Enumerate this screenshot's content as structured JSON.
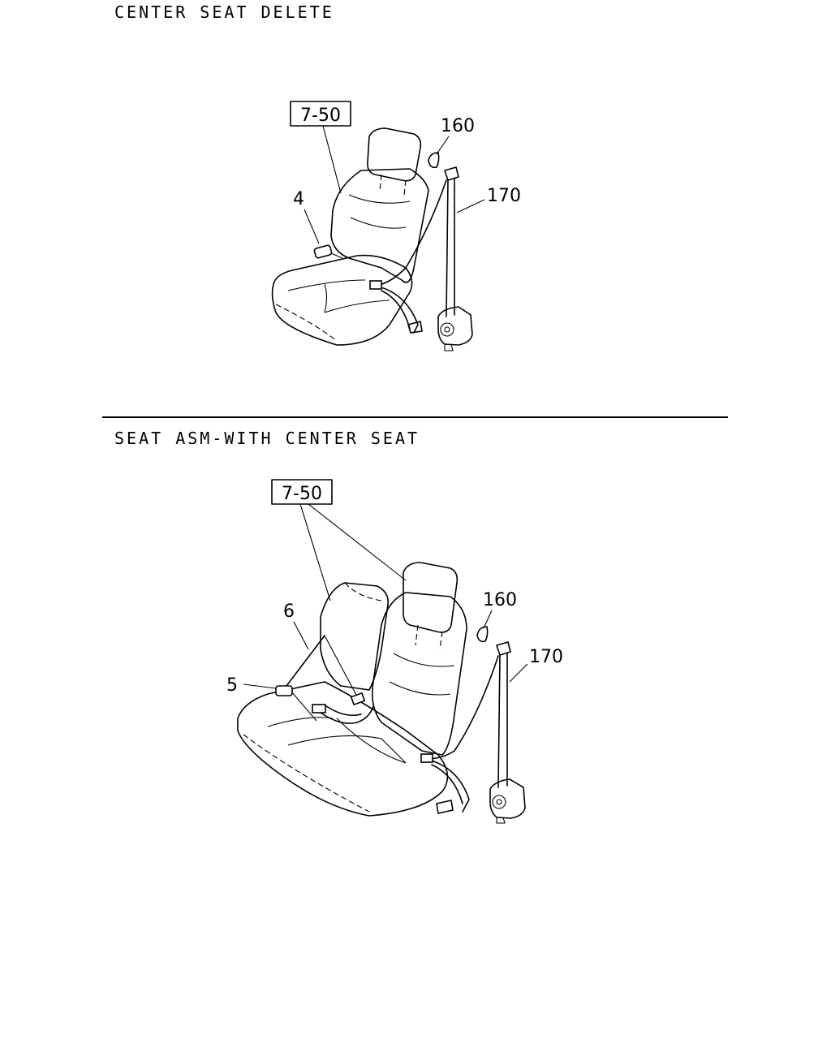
{
  "sections": [
    {
      "title": "CENTER SEAT DELETE",
      "ref_box": "7-50",
      "callouts": {
        "headrest_cover": "160",
        "retractor_belt": "170",
        "buckle": "4"
      }
    },
    {
      "title": "SEAT ASM-WITH CENTER SEAT",
      "ref_box": "7-50",
      "callouts": {
        "headrest_cover": "160",
        "retractor_belt": "170",
        "center_belt": "6",
        "center_buckle": "5"
      }
    }
  ]
}
